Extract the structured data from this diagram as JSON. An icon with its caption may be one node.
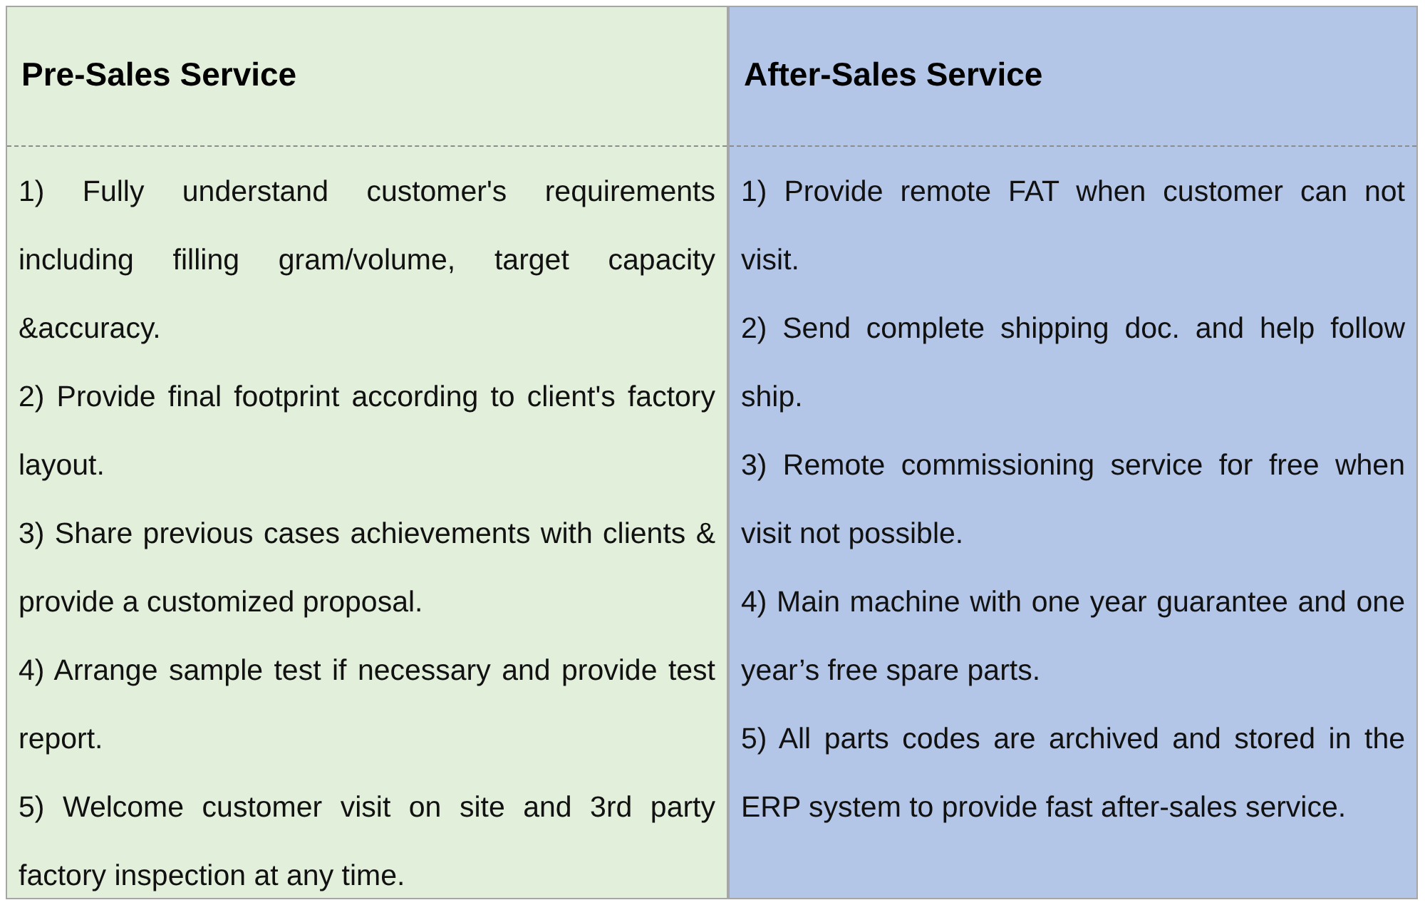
{
  "diagram": {
    "labels": [
      "Pre-Sales Service",
      "After-Sales Service",
      "1) Fully understand customer's requirements including filling gram/volume, target capacity &accuracy.",
      "2) Provide final footprint according to client's factory layout.",
      "3) Share previous cases achievements with clients & provide a customized proposal.",
      "4) Arrange sample test if necessary and provide test report.",
      "5) Welcome customer visit on site and 3rd party factory inspection at any time.",
      "1) Provide remote FAT when customer can not visit.",
      "2) Send complete shipping doc. and help follow ship.",
      "3) Remote commissioning service for free when visit not possible.",
      "4) Main machine with one year guarantee and one year’s free spare parts.",
      "5) All parts codes are archived and stored in the ERP system to provide fast after-sales service."
    ]
  }
}
